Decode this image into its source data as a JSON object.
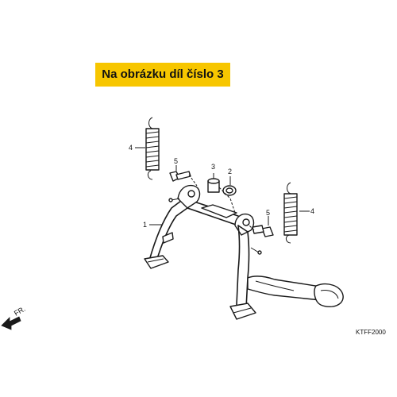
{
  "banner": {
    "text": "Na obrázku díl číslo 3",
    "color": "#f7c600"
  },
  "callouts": [
    {
      "id": "1",
      "text": "1"
    },
    {
      "id": "2",
      "text": "2"
    },
    {
      "id": "3",
      "text": "3"
    },
    {
      "id": "4a",
      "text": "4"
    },
    {
      "id": "4b",
      "text": "4"
    },
    {
      "id": "5a",
      "text": "5"
    },
    {
      "id": "5b",
      "text": "5"
    }
  ],
  "direction_marker": {
    "text": "FR.",
    "icon": "front-direction-arrow-icon"
  },
  "diagram_code": "KTFF2000",
  "parts": [
    {
      "name": "main-stand",
      "icon": "main-stand-icon"
    },
    {
      "name": "stand-spring",
      "icon": "spring-icon"
    },
    {
      "name": "collar",
      "icon": "collar-icon"
    },
    {
      "name": "bush",
      "icon": "bush-icon"
    },
    {
      "name": "bolt",
      "icon": "bolt-icon"
    }
  ]
}
